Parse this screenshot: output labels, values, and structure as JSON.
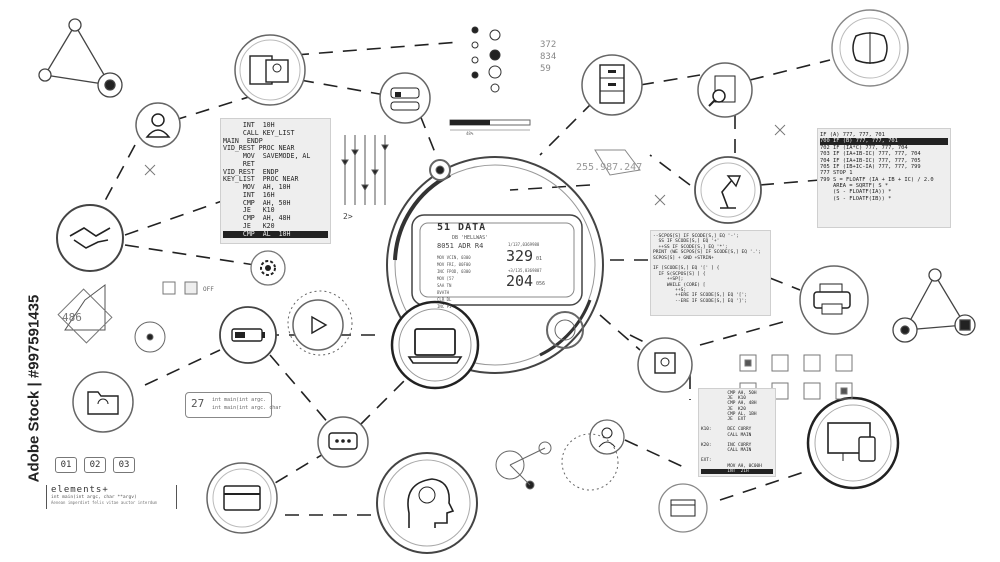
{
  "watermark": {
    "brand": "Adobe Stock",
    "id": "#997591435"
  },
  "code_left": {
    "lines": [
      "     INT  10H",
      "     CALL KEY_LIST",
      "MAIN  ENDP",
      "VID_REST PROC NEAR",
      "     MOV  SAVEMODE, AL",
      "     RET",
      "VID_REST  ENDP",
      "KEY_LIST  PROC NEAR",
      "     MOV  AH, 10H",
      "     INT  16H",
      "     CMP  AH, 50H",
      "     JE   K10",
      "     CMP  AH, 48H",
      "     JE   K20",
      "     CMP  AL  10H"
    ]
  },
  "code_right_top": {
    "lines": [
      "IF (A) 777, 777, 701",
      "700 IF (B) 777, 777, 701",
      "702 IF (IA*C) 777, 777, 704",
      "703 IF (IA+IB-IC) 777, 777, 704",
      "704 IF (IA+IB-IC) 777, 777, 705",
      "705 IF (IB+IC-IA) 777, 777, 799",
      "777 STOP 1",
      "799 S = FLOATF (IA + IB + IC) / 2.0",
      "    AREA = SQRTF( S *",
      "    (S - FLOATF(IA)) *",
      "    (S - FLOATF(IB)) *"
    ]
  },
  "code_right_mid": {
    "lines": [
      "--SCPOS[S] IF SCODE[S,] EQ '-';",
      "  SS IF SCODE[S,] EQ '+'",
      "  ++SS IF SCODE[S,] EQ '*';",
      "PRINT (WE SCPOS[S] IF SCODE[S,] EQ '.';",
      "SCPOS[S] + GND +STRIN+",
      "",
      "IF [SCODE[S,] EQ '[' ] {",
      "  IF S(SCPOS[S] ] {",
      "     ++SP[;",
      "     WHILE (CORE) [",
      "        ++S;",
      "        ++ERE IF SCODE[S,] EQ '[';",
      "        --ERE IF SCODE[S,] EQ ']';"
    ]
  },
  "code_right_bottom": {
    "lines": [
      "          CMP AH, 50H",
      "          JE  K10",
      "          CMP AH, 48H",
      "          JE  K20",
      "          CMP AL, 1BH",
      "          JE  EXT",
      "",
      "K10:      DEC CURRY",
      "          CALL MAIN",
      "",
      "K20:      INC CURRY",
      "          CALL MAIN",
      "",
      "EXT:",
      "          MOV AH, 0C00H",
      "          INT  21H"
    ]
  },
  "center_display": {
    "title": "51 DATA",
    "subtitle": "DB 'HELLWAS'",
    "addr": "8051 ADR R4",
    "small_left": [
      "MOV VCIN, 0300",
      "MOV FRI, 00F00",
      "INC FPOD, 0300",
      "MOV [57",
      "SAA TN",
      "BVATH",
      "CLR DL",
      "INC P1"
    ],
    "r1_label": "1/137,0369988",
    "r1_value": "329",
    "r1_unit": "01",
    "r2_label": "+3/135,0369887",
    "r2_value": "204",
    "r2_unit": "056"
  },
  "labels": {
    "ip_number": "255.987.247",
    "diamond_number": "486",
    "counter_values": [
      "372",
      "834",
      "59"
    ],
    "off_label": "OFF",
    "code_box_number": "27",
    "code_box_line1": "int main(int argc.",
    "code_box_line2": "int main(int argc. char",
    "prompt": "2>",
    "elements_title": "elements+",
    "elements_line1": "int main(int argc, char **argv)",
    "elements_line2": "Aenean imperdiet felis vitae auctor interdum",
    "num_boxes": [
      "01",
      "02",
      "03"
    ],
    "progress_small": "48%"
  },
  "colors": {
    "line": "#222222",
    "stroke": "#555555",
    "fill_light": "#eeeeee",
    "accent_dark": "#111111"
  },
  "icons": [
    "id-card-icon",
    "security-lock-icon",
    "file-cabinet-icon",
    "document-search-icon",
    "brain-chip-icon",
    "user-icon",
    "handshake-icon",
    "gear-icon",
    "desk-lamp-icon",
    "battery-icon",
    "folder-sync-icon",
    "video-player-icon",
    "laptop-icon",
    "printer-icon",
    "chat-bubble-icon",
    "credit-card-icon",
    "head-brain-icon",
    "webcam-icon",
    "person-support-icon",
    "web-design-icon",
    "browser-window-icon",
    "network-triangle-icon"
  ]
}
